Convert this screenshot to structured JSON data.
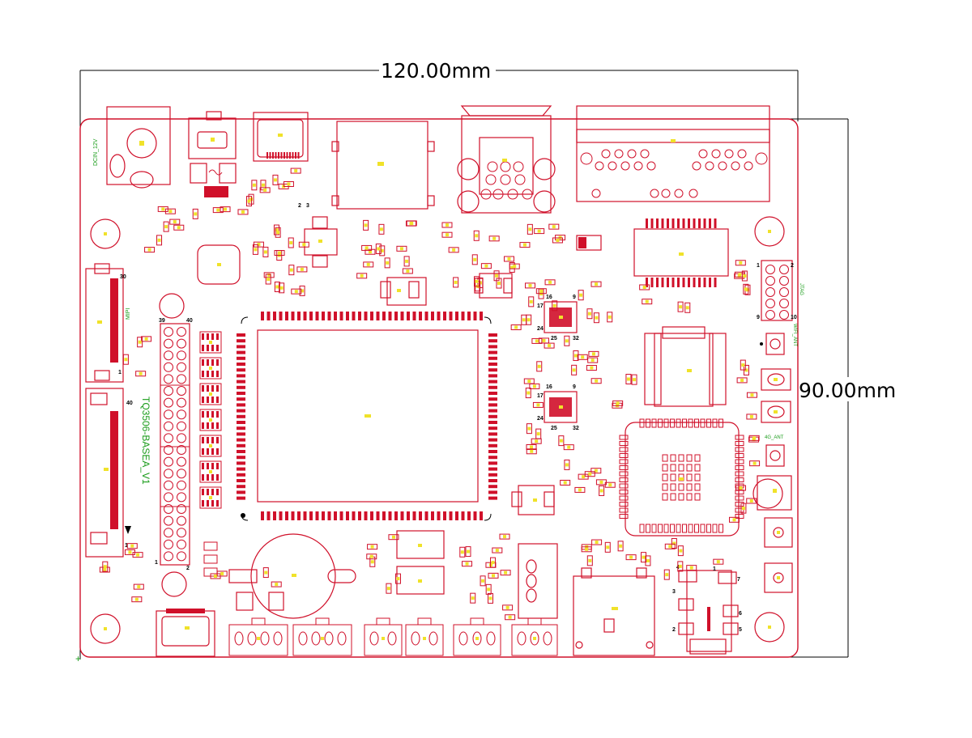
{
  "dimensions": {
    "width_label": "120.00mm",
    "height_label": "90.00mm"
  },
  "silkscreen": {
    "board_name": "TQ3506-BASEA_V1",
    "power_in": "DCIN_12V",
    "ant_wifi": "WIFI_ANT",
    "ant_4g": "4G_ANT",
    "fpc_label": "MIPI",
    "jtag_label": "JTAG"
  },
  "pin_numbers": {
    "fpc_top": "30",
    "fpc_bottom": "1",
    "header40_a": "39",
    "header40_b": "40",
    "header40_c": "1",
    "header40_d": "2",
    "lcd_top": "40",
    "lcd_bottom": "1",
    "jtag_a": "1",
    "jtag_b": "2",
    "jtag_c": "9",
    "jtag_d": "10",
    "rf_n1": "16",
    "rf_n2": "9",
    "rf_n3": "17",
    "rf_n4": "24",
    "rf_n5": "25",
    "rf_n6": "32",
    "rf2_n1": "16",
    "rf2_n2": "9",
    "rf2_n3": "17",
    "rf2_n4": "24",
    "rf2_n5": "25",
    "rf2_n6": "32",
    "aud_1": "1",
    "aud_2": "2",
    "aud_3": "3",
    "aud_4": "4",
    "aud_5": "5",
    "aud_6": "6",
    "aud_7": "7",
    "reg_2": "2",
    "reg_3": "3"
  },
  "colors": {
    "outline": "#d0102a",
    "pad": "#f0e22a",
    "silk": "#1a9c1a",
    "dimension": "#000000"
  }
}
